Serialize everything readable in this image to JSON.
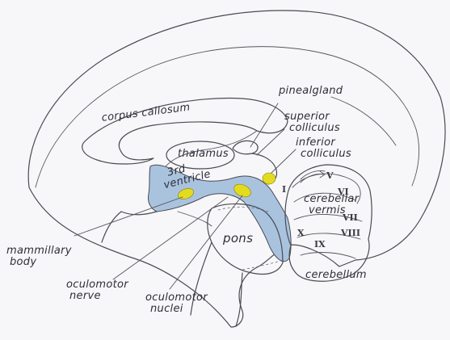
{
  "colors": {
    "background": "#f7f7f9",
    "line": "#4a4a52",
    "ventricle_fill": "#a9c3df",
    "nuclei_fill": "#e3dc1e"
  },
  "labels": {
    "corpus_callosum": "corpus callosum",
    "pineal_gland": "pinealgland",
    "superior_colliculus": [
      "superior",
      "colliculus"
    ],
    "inferior_colliculus": [
      "inferior",
      "colliculus"
    ],
    "thalamus": "thalamus",
    "third_ventricle": [
      "3rd",
      "ventricle"
    ],
    "cerebellar_vermis": [
      "cerebellar",
      "vermis"
    ],
    "pons": "pons",
    "mammillary_body": [
      "mammillary",
      "body"
    ],
    "oculomotor_nerve": [
      "oculomotor",
      "nerve"
    ],
    "oculomotor_nuclei": [
      "oculomotor",
      "nuclei"
    ],
    "cerebellum": "cerebellum"
  },
  "vermis_lobules": [
    "I",
    "V",
    "VI",
    "VII",
    "VIII",
    "IX",
    "X"
  ]
}
